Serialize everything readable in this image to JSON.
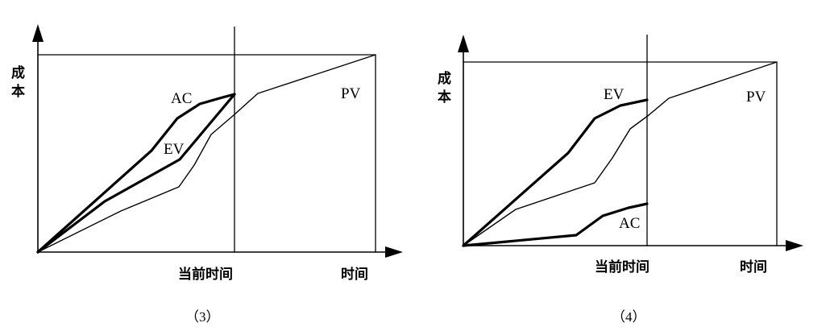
{
  "panels": [
    {
      "caption": "（3）",
      "y_axis_label": [
        "成",
        "本"
      ],
      "x_axis_label": "时间",
      "current_time_label": "当前时间",
      "curves": [
        {
          "key": "pv",
          "label": "PV"
        },
        {
          "key": "ac",
          "label": "AC"
        },
        {
          "key": "ev",
          "label": "EV"
        }
      ]
    },
    {
      "caption": "（4）",
      "y_axis_label": [
        "成",
        "本"
      ],
      "x_axis_label": "时间",
      "current_time_label": "当前时间",
      "curves": [
        {
          "key": "pv",
          "label": "PV"
        },
        {
          "key": "ev",
          "label": "EV"
        },
        {
          "key": "ac",
          "label": "AC"
        }
      ]
    }
  ]
}
